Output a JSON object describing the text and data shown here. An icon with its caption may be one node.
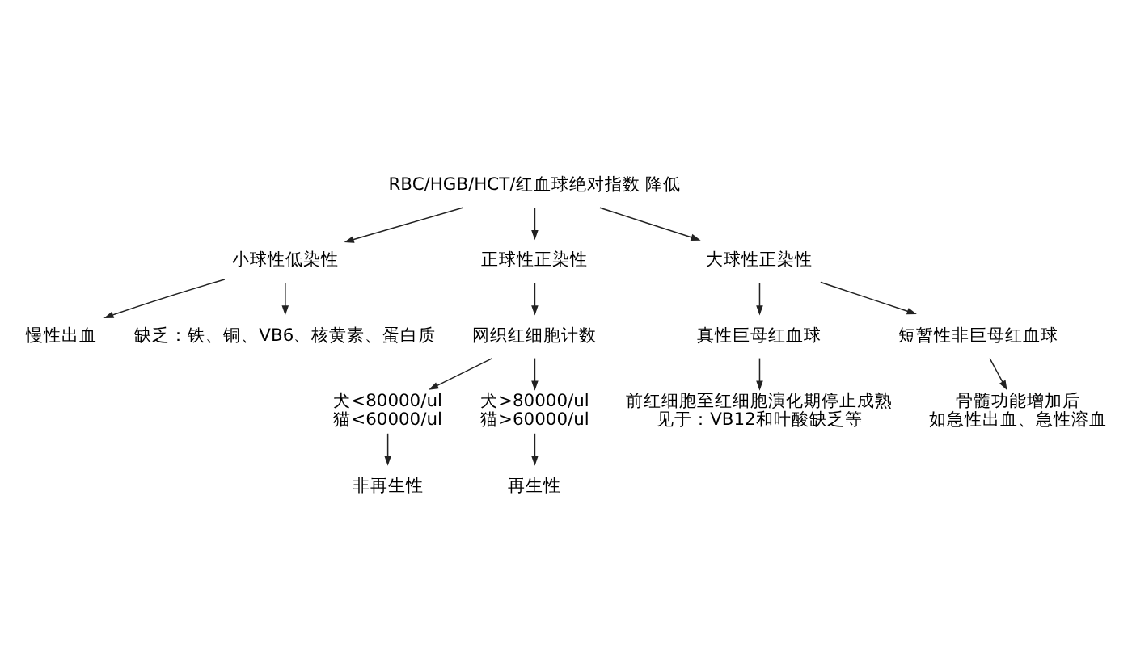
{
  "diagram": {
    "nodes": [
      {
        "text": [
          "RBC/HGB/HCT/红血球绝对指数 降低"
        ]
      },
      {
        "text": [
          "小球性低染性"
        ]
      },
      {
        "text": [
          "正球性正染性"
        ]
      },
      {
        "text": [
          "大球性正染性"
        ]
      },
      {
        "text": [
          "慢性出血"
        ]
      },
      {
        "text": [
          "缺乏：铁、铜、VB6、核黄素、蛋白质"
        ]
      },
      {
        "text": [
          "网织红细胞计数"
        ]
      },
      {
        "text": [
          "真性巨母红血球"
        ]
      },
      {
        "text": [
          "短暂性非巨母红血球"
        ]
      },
      {
        "text": [
          "骨髓功能增加后",
          "如急性出血、急性溶血"
        ]
      },
      {
        "text": [
          "犬<80000/ul",
          "猫<60000/ul"
        ]
      },
      {
        "text": [
          "犬>80000/ul",
          "猫>60000/ul"
        ]
      },
      {
        "text": [
          "非再生性"
        ]
      },
      {
        "text": [
          "再生性"
        ]
      },
      {
        "text": [
          "前红细胞至红细胞演化期停止成熟",
          "见于：VB12和叶酸缺乏等"
        ]
      }
    ],
    "edges": [
      {
        "from": 0,
        "to": 1,
        "arrow": "to"
      },
      {
        "from": 0,
        "to": 2,
        "arrow": "to"
      },
      {
        "from": 0,
        "to": 3,
        "arrow": "to"
      },
      {
        "from": 1,
        "to": 4,
        "arrow": "to"
      },
      {
        "from": 1,
        "to": 5,
        "arrow": "to"
      },
      {
        "from": 2,
        "to": 6,
        "arrow": "to"
      },
      {
        "from": 3,
        "to": 7,
        "arrow": "to"
      },
      {
        "from": 3,
        "to": 8,
        "arrow": "to"
      },
      {
        "from": 8,
        "to": 9,
        "arrow": "to"
      },
      {
        "from": 6,
        "to": 10,
        "arrow": "to"
      },
      {
        "from": 6,
        "to": 11,
        "arrow": "to"
      },
      {
        "from": 10,
        "to": 12,
        "arrow": "to"
      },
      {
        "from": 11,
        "to": 13,
        "arrow": "to"
      },
      {
        "from": 7,
        "to": 14,
        "arrow": "to"
      }
    ]
  }
}
